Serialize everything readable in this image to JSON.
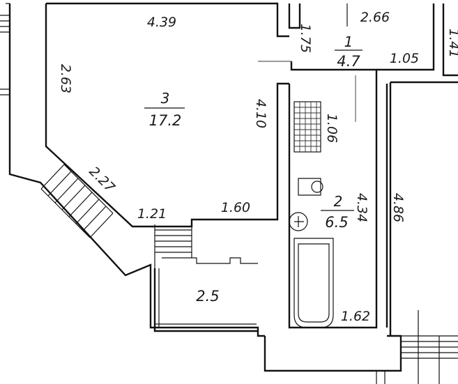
{
  "rooms": [
    {
      "id": "room-1",
      "number": "1",
      "area": "4.7"
    },
    {
      "id": "room-2",
      "number": "2",
      "area": "6.5"
    },
    {
      "id": "room-3",
      "number": "3",
      "area": "17.2"
    },
    {
      "id": "balcony",
      "number": "",
      "area": "2.5"
    }
  ],
  "dimensions": {
    "d_439": "4.39",
    "d_263": "2.63",
    "d_410": "4.10",
    "d_227": "2.27",
    "d_121": "1.21",
    "d_160": "1.60",
    "d_175": "1.75",
    "d_266": "2.66",
    "d_105": "1.05",
    "d_106": "1.06",
    "d_434": "4.34",
    "d_486": "4.86",
    "d_162": "1.62",
    "d_141": "1.41"
  }
}
